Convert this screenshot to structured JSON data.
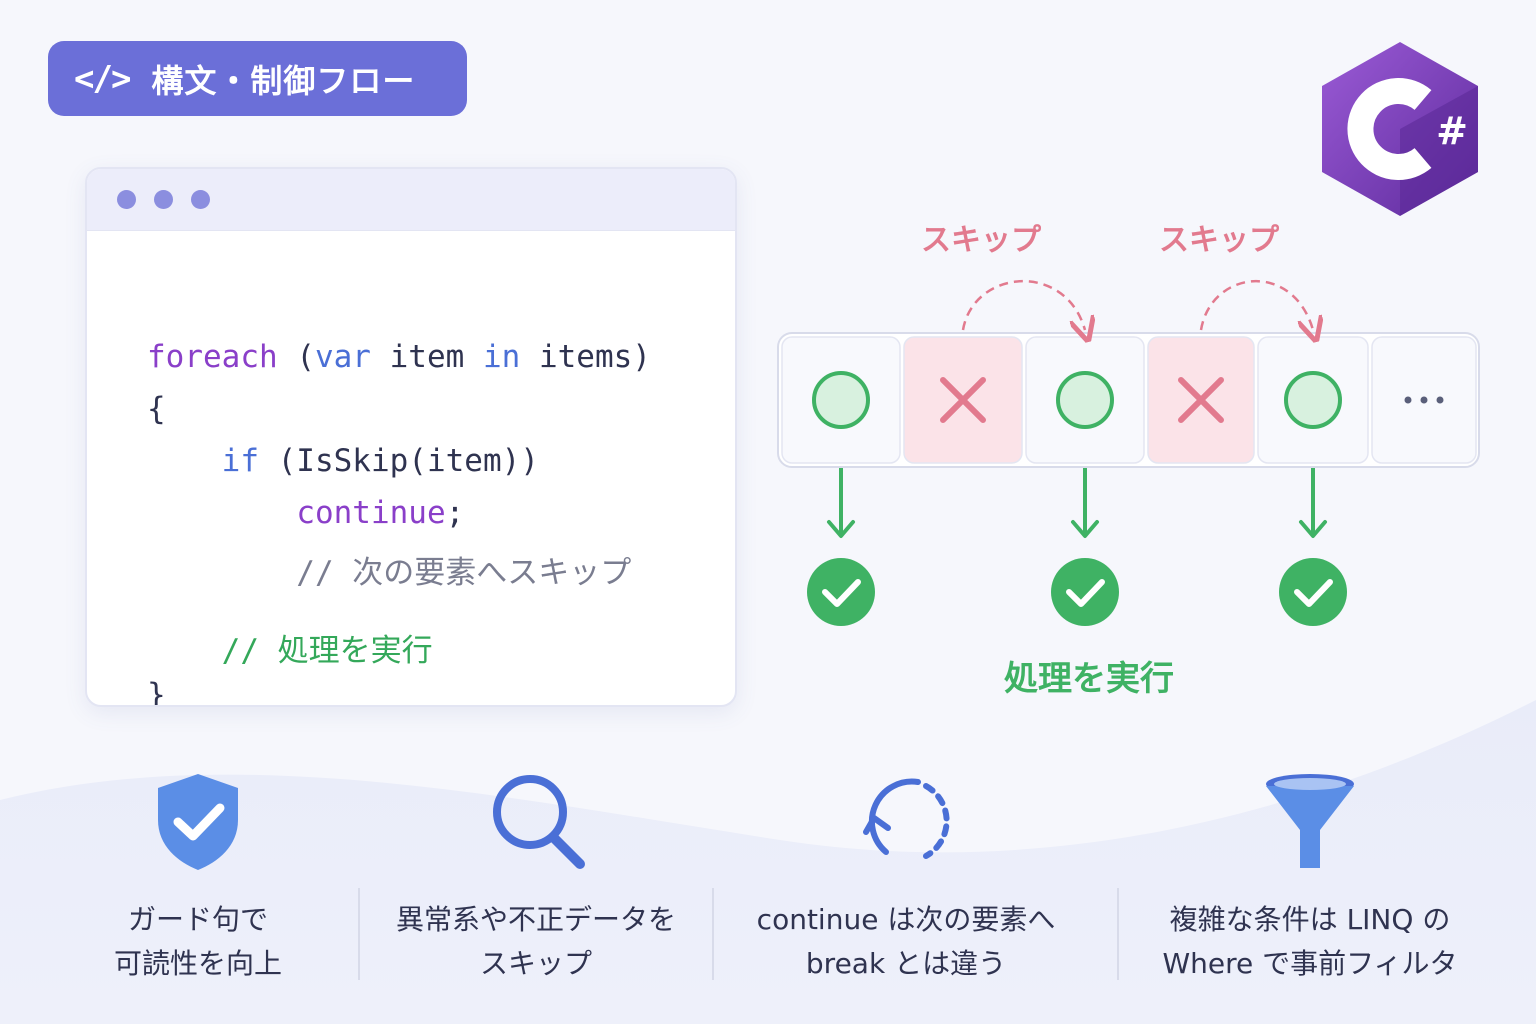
{
  "badge": {
    "icon": "code-icon",
    "code_glyph": "</>",
    "title": "構文・制御フロー"
  },
  "logo": {
    "icon": "csharp-logo-icon",
    "letter": "C",
    "symbol": "#"
  },
  "code": {
    "lines": [
      [
        {
          "t": "foreach",
          "c": "purple"
        },
        {
          "t": " (",
          "c": "plain"
        },
        {
          "t": "var",
          "c": "blue"
        },
        {
          "t": " item ",
          "c": "plain"
        },
        {
          "t": "in",
          "c": "blue"
        },
        {
          "t": " items)",
          "c": "plain"
        }
      ],
      [
        {
          "t": "{",
          "c": "plain"
        }
      ],
      [
        {
          "t": "    ",
          "c": "plain"
        },
        {
          "t": "if",
          "c": "blue"
        },
        {
          "t": " (IsSkip(item))",
          "c": "plain"
        }
      ],
      [
        {
          "t": "        ",
          "c": "plain"
        },
        {
          "t": "continue",
          "c": "purple"
        },
        {
          "t": ";",
          "c": "plain"
        }
      ],
      [
        {
          "t": "        // 次の要素へスキップ",
          "c": "gray"
        }
      ],
      [
        {
          "t": "    // 処理を実行",
          "c": "green"
        }
      ],
      [
        {
          "t": "}",
          "c": "plain"
        }
      ]
    ]
  },
  "flow": {
    "cells": [
      {
        "state": "ok",
        "icon": "circle-icon"
      },
      {
        "state": "skip",
        "icon": "cross-icon"
      },
      {
        "state": "ok",
        "icon": "circle-icon"
      },
      {
        "state": "skip",
        "icon": "cross-icon"
      },
      {
        "state": "ok",
        "icon": "circle-icon"
      },
      {
        "state": "more",
        "icon": "ellipsis-icon"
      }
    ],
    "skip_label": "スキップ",
    "process_label": "処理を実行",
    "colors": {
      "ok": "#3fb264",
      "skip": "#e27a8e",
      "skip_bg": "#fbe3e8"
    }
  },
  "tips": [
    {
      "icon": "shield-check-icon",
      "lines": [
        "ガード句で",
        "可読性を向上"
      ]
    },
    {
      "icon": "search-icon",
      "lines": [
        "異常系や不正データを",
        "スキップ"
      ]
    },
    {
      "icon": "loop-icon",
      "lines": [
        "continue は次の要素へ",
        "break とは違う"
      ]
    },
    {
      "icon": "funnel-icon",
      "lines": [
        "複雑な条件は LINQ の",
        "Where で事前フィルタ"
      ]
    }
  ]
}
